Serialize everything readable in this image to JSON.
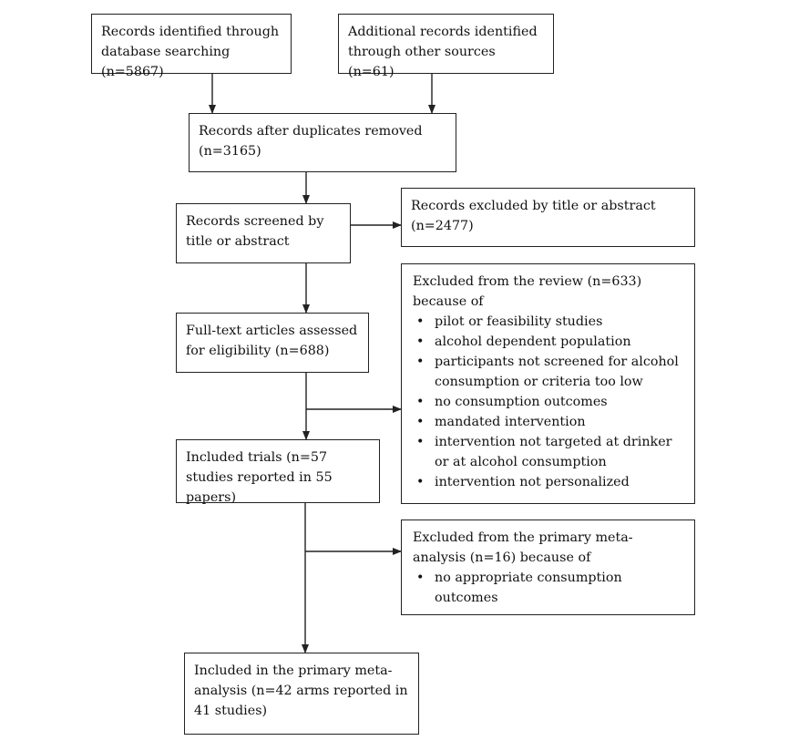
{
  "boxes": {
    "db_search": {
      "text": "Records identified through database searching (n=5867)"
    },
    "other_sources": {
      "text": "Additional records identified through other sources (n=61)"
    },
    "duplicates_removed": {
      "text": "Records after duplicates removed (n=3165)"
    },
    "screened": {
      "text": "Records screened by title or abstract"
    },
    "excluded_title": {
      "text": "Records excluded by title or abstract (n=2477)"
    },
    "fulltext": {
      "text": "Full-text articles assessed for eligibility  (n=688)"
    },
    "excluded_review": {
      "intro": "Excluded from the review (n=633) because of",
      "reasons": [
        "pilot or feasibility studies",
        "alcohol dependent population",
        "participants not screened for alcohol consumption or criteria too low",
        "no consumption outcomes",
        "mandated intervention",
        "intervention not targeted at drinker or at alcohol consumption",
        "intervention not personalized"
      ]
    },
    "included_trials": {
      "text": "Included trials (n=57 studies reported in 55 papers)"
    },
    "excluded_meta": {
      "intro": "Excluded from the primary meta-analysis (n=16) because of",
      "reasons": [
        "no appropriate consumption outcomes"
      ]
    },
    "included_meta": {
      "text": "Included in the primary meta-analysis (n=42 arms reported in 41 studies)"
    }
  }
}
